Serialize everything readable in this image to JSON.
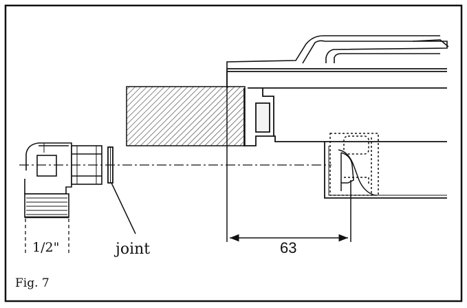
{
  "figure": {
    "caption": "Fig. 7",
    "labels": {
      "pipe_size": "1/2\"",
      "joint": "joint",
      "dimension": "63"
    }
  }
}
